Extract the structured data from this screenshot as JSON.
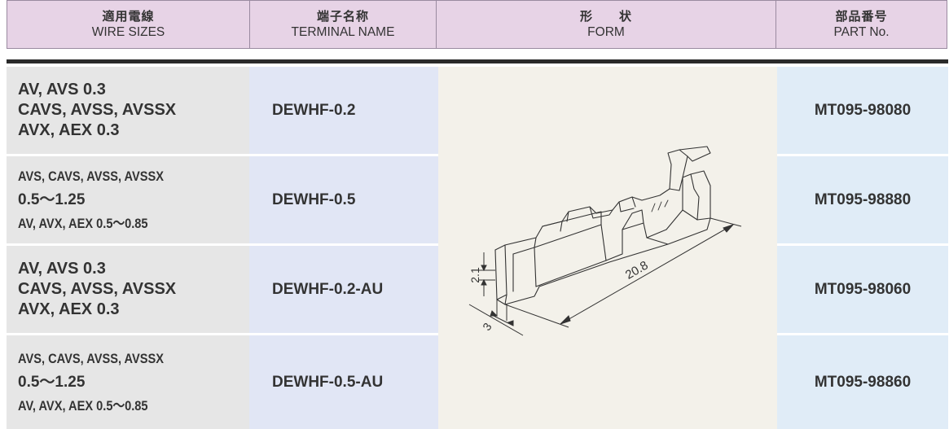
{
  "header": {
    "wire_sizes": {
      "jp": "適用電線",
      "en": "WIRE SIZES"
    },
    "terminal_name": {
      "jp": "端子名称",
      "en": "TERMINAL NAME"
    },
    "form": {
      "jp": "形　　状",
      "en": "FORM"
    },
    "part_no": {
      "jp": "部品番号",
      "en": "PART No."
    }
  },
  "rows": [
    {
      "wire_lines": [
        "AV, AVS 0.3",
        "CAVS, AVSS, AVSSX",
        "AVX, AEX 0.3"
      ],
      "terminal": "DEWHF-0.2",
      "part": "MT095-98080"
    },
    {
      "wire_lines": [
        "AVS, CAVS, AVSS, AVSSX",
        "0.5～1.25",
        "AV, AVX, AEX 0.5～0.85"
      ],
      "terminal": "DEWHF-0.5",
      "part": "MT095-98880"
    },
    {
      "wire_lines": [
        "AV, AVS 0.3",
        "CAVS, AVSS, AVSSX",
        "AVX, AEX 0.3"
      ],
      "terminal": "DEWHF-0.2-AU",
      "part": "MT095-98060"
    },
    {
      "wire_lines": [
        "AVS, CAVS, AVSS, AVSSX",
        "0.5～1.25",
        "AV, AVX, AEX 0.5～0.85"
      ],
      "terminal": "DEWHF-0.5-AU",
      "part": "MT095-98860"
    }
  ],
  "drawing": {
    "dim_height": "2.1",
    "dim_width": "3",
    "dim_length": "20.8"
  }
}
